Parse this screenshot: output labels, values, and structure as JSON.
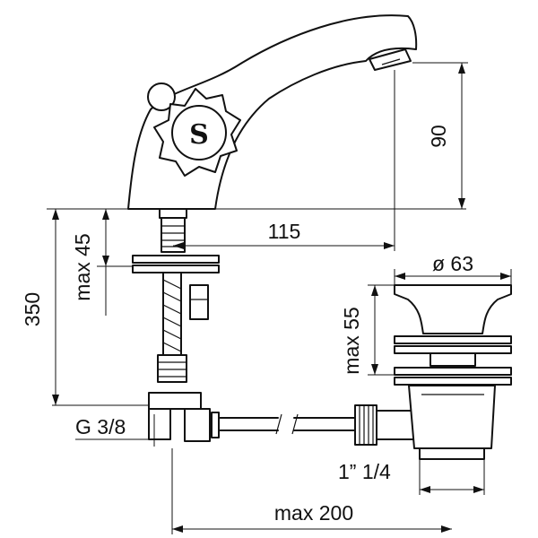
{
  "dimensions": {
    "spout_height": "90",
    "spout_reach": "115",
    "deck_thickness": "max 45",
    "total_height": "350",
    "drain_diameter": "ø 63",
    "drain_height": "max 55",
    "inlet_thread": "G 3/8",
    "drain_thread": "1” 1/4",
    "max_distance": "max 200"
  },
  "handle": {
    "logo_letter": "S"
  },
  "colors": {
    "line": "#111111",
    "background": "#ffffff"
  }
}
